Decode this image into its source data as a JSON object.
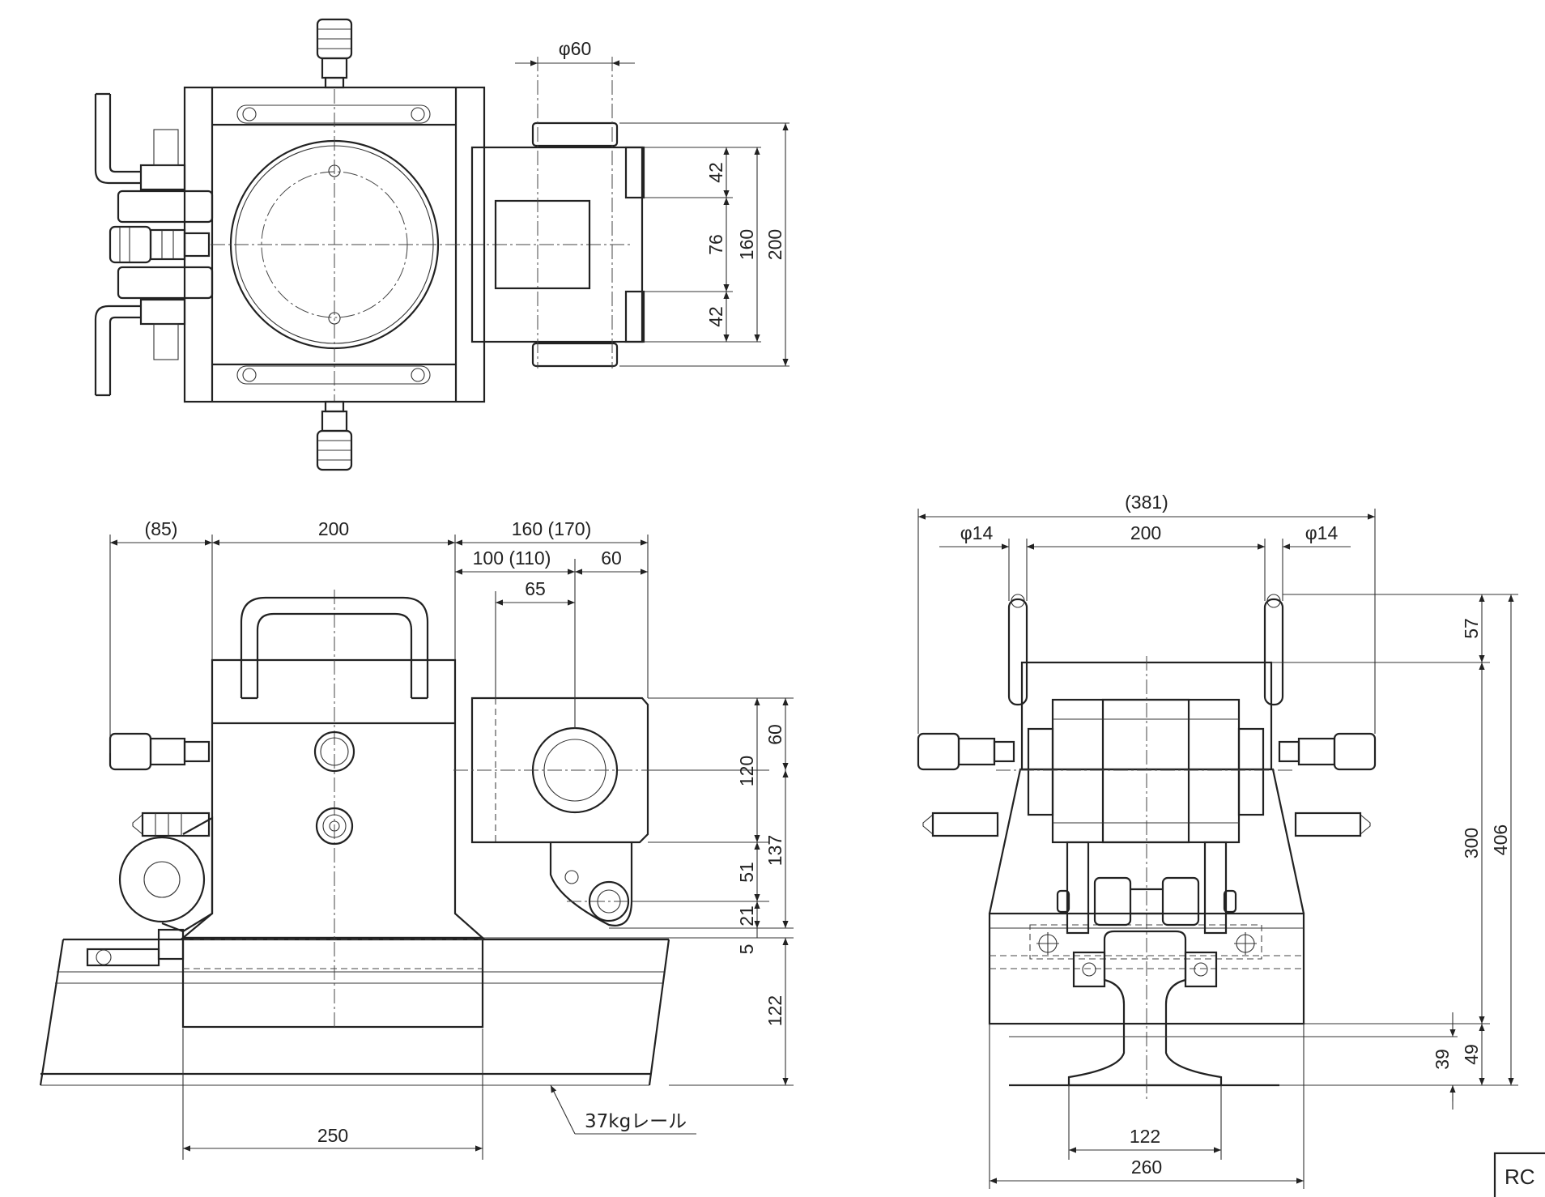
{
  "top_view": {
    "dims": {
      "phi60": "φ60",
      "d42_top": "42",
      "d76": "76",
      "d42_bottom": "42",
      "d160": "160",
      "d200": "200"
    }
  },
  "front_view": {
    "dims": {
      "d85": "(85)",
      "d200": "200",
      "d160_170": "160 (170)",
      "d100_110": "100 (110)",
      "d60_top": "60",
      "d65": "65",
      "d120": "120",
      "d60_side": "60",
      "d137": "137",
      "d51": "51",
      "d21": "21",
      "d5": "5",
      "d122": "122",
      "d250": "250"
    },
    "rail_label": "37kgレール"
  },
  "side_view": {
    "dims": {
      "d381": "(381)",
      "phi14_left": "φ14",
      "d200": "200",
      "phi14_right": "φ14",
      "d57": "57",
      "d300": "300",
      "d406": "406",
      "d39": "39",
      "d49": "49",
      "d122": "122",
      "d260": "260"
    }
  },
  "title_block": {
    "code": "RC"
  }
}
